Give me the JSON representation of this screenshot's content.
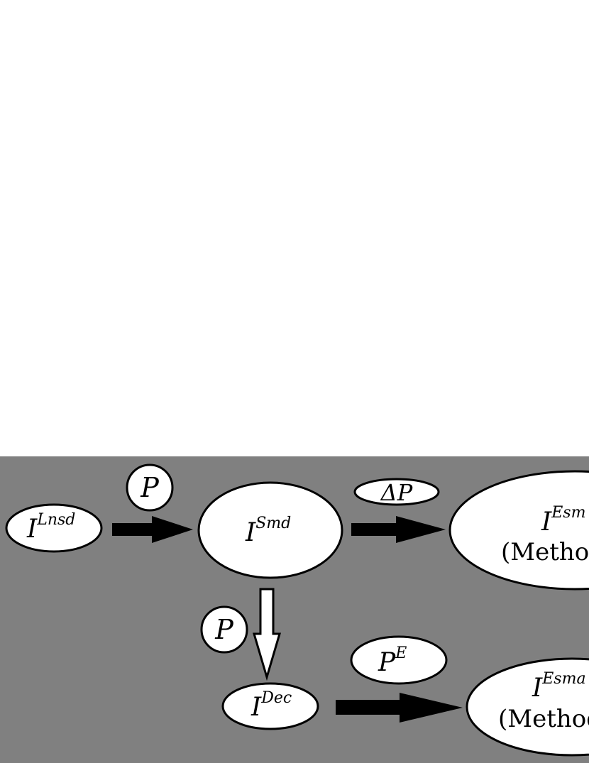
{
  "colors": {
    "panel_bg": "#808080",
    "node_fill": "#ffffff",
    "stroke": "#000000",
    "arrow_fill": "#000000",
    "hollow_arrow_fill": "#ffffff"
  },
  "nodes": {
    "lnsd": {
      "base": "I",
      "sup": "Lnsd"
    },
    "smd": {
      "base": "I",
      "sup": "Smd"
    },
    "dec": {
      "base": "I",
      "sup": "Dec"
    },
    "esm_top": {
      "base": "I",
      "sup": "Esm",
      "caption": "(Method"
    },
    "esm_bottom": {
      "base": "I",
      "sup": "Esma",
      "caption": "(Method"
    }
  },
  "labels": {
    "p_top": {
      "base": "P"
    },
    "delta_p": {
      "base": "ΔP"
    },
    "p_left": {
      "base": "P"
    },
    "p_e": {
      "base": "P",
      "sup": "E"
    }
  }
}
